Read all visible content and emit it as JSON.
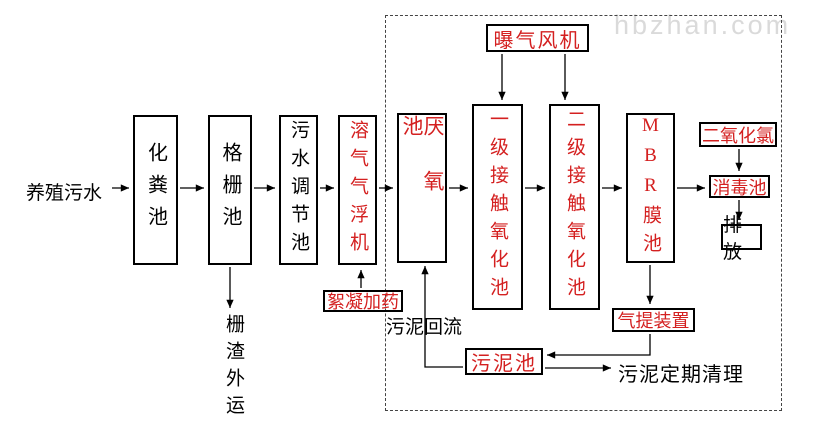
{
  "watermark": "hbzhan.com",
  "colors": {
    "tank_label_red": "#d42020",
    "text_black": "#000000",
    "watermark_gray": "#dadada",
    "box_border": "#000000"
  },
  "flow": {
    "influent": "养殖污水",
    "septic": "化粪池",
    "screen": "格栅池",
    "regulating": "污水调节池",
    "daf": "溶气气浮机",
    "anaerobic": "厌氧池",
    "contact1": "一级接触氧化池",
    "contact2": "二级接触氧化池",
    "mbr": "MBR膜池",
    "disinfection": "消毒池",
    "discharge": "排放"
  },
  "aux": {
    "blower": "曝气风机",
    "clo2": "二氧化氯",
    "dosing": "絮凝加药",
    "sludge_tank": "污泥池",
    "airlift": "气提装置"
  },
  "labels": {
    "screen_residue": "栅渣外运",
    "sludge_return": "污泥回流",
    "sludge_disposal": "污泥定期清理"
  }
}
